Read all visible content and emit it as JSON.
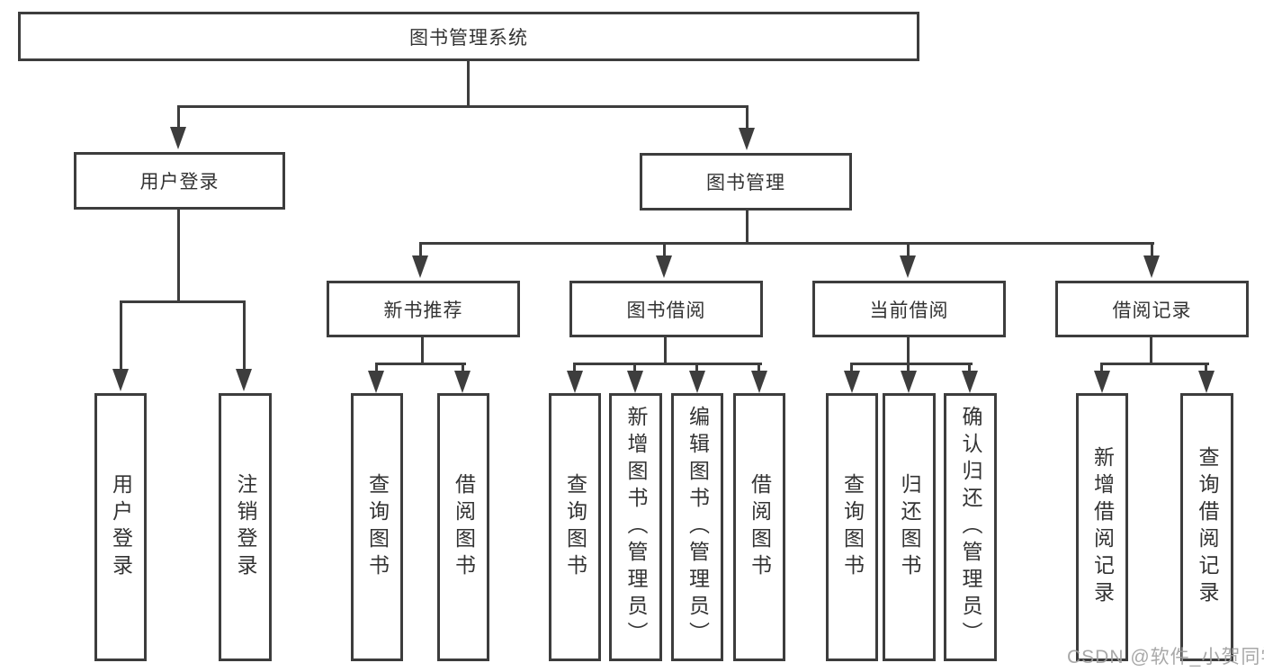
{
  "tree": {
    "root": "图书管理系统",
    "branches": [
      {
        "label": "用户登录",
        "children": [
          "用户登录",
          "注销登录"
        ]
      },
      {
        "label": "图书管理",
        "groups": [
          {
            "label": "新书推荐",
            "children": [
              "查询图书",
              "借阅图书"
            ]
          },
          {
            "label": "图书借阅",
            "children": [
              "查询图书",
              "新增图书（管理员）",
              "编辑图书（管理员）",
              "借阅图书"
            ]
          },
          {
            "label": "当前借阅",
            "children": [
              "查询图书",
              "归还图书",
              "确认归还（管理员）"
            ]
          },
          {
            "label": "借阅记录",
            "children": [
              "新增借阅记录",
              "查询借阅记录"
            ]
          }
        ]
      }
    ]
  },
  "watermark": "CSDN @软件_小贺同学",
  "colors": {
    "line": "#3d3d3d",
    "box_border": "#3d3d3d",
    "text": "#333333",
    "watermark": "#9e9e9e",
    "background": "#ffffff"
  }
}
